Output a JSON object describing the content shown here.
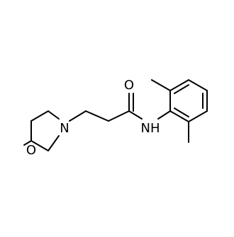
{
  "molecule": {
    "background": "#ffffff",
    "bond_color": "#000000",
    "atom_labels": {
      "oxygen_ring": "O",
      "nitrogen_ring": "N",
      "oxygen_carbonyl": "O",
      "amide_nh": "NH"
    }
  }
}
